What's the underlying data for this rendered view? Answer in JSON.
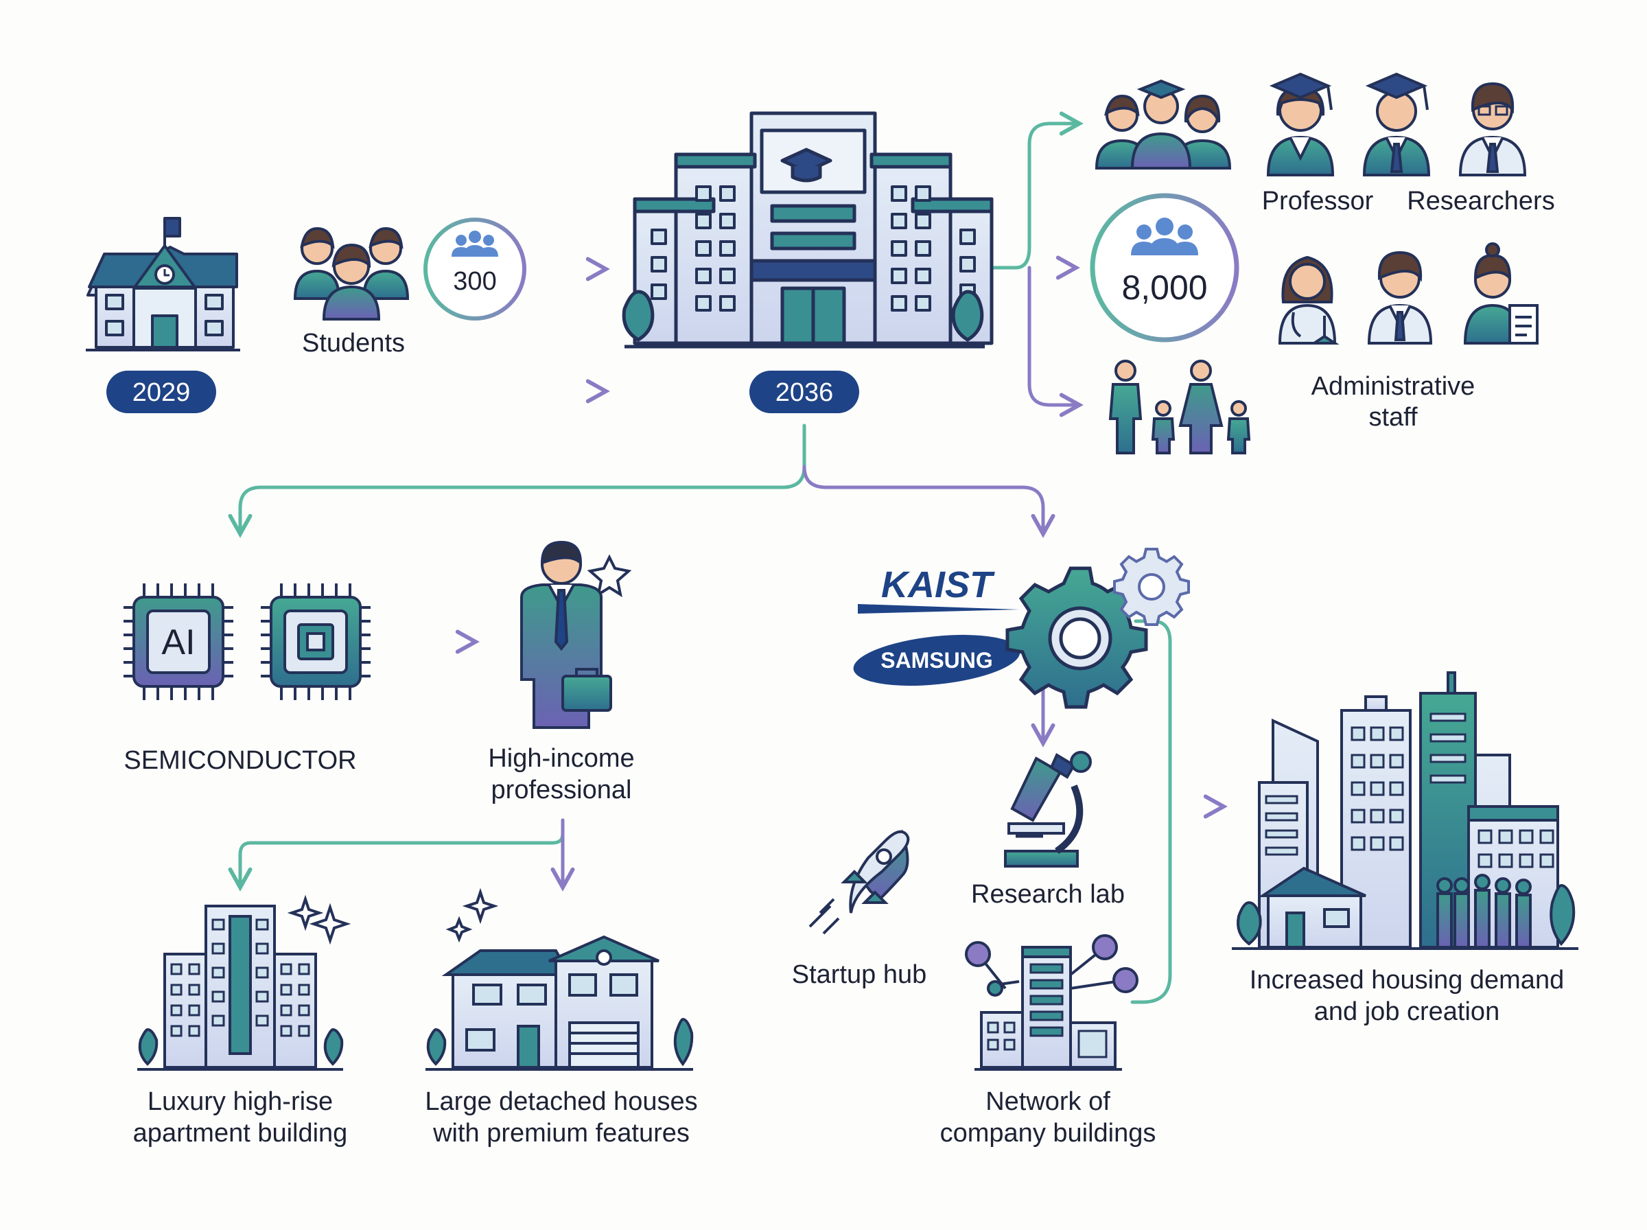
{
  "timeline": {
    "year_start": "2029",
    "year_end": "2036",
    "students_label": "Students",
    "students_count": "300",
    "population_count": "8,000"
  },
  "roles": {
    "professor": "Professor",
    "researchers": "Researchers",
    "admin_line1": "Administrative",
    "admin_line2": "staff"
  },
  "industry": {
    "semiconductor": "SEMICONDUCTOR",
    "chip_ai_text": "AI",
    "professional_line1": "High-income",
    "professional_line2": "professional",
    "kaist_logo": "KAIST",
    "samsung_logo": "SAMSUNG"
  },
  "housing": {
    "highrise_line1": "Luxury high-rise",
    "highrise_line2": "apartment building",
    "houses_line1": "Large detached houses",
    "houses_line2": "with premium features"
  },
  "ecosystem": {
    "research_lab": "Research lab",
    "startup_hub": "Startup hub",
    "network_line1": "Network of",
    "network_line2": "company buildings",
    "outcome_line1": "Increased housing demand",
    "outcome_line2": "and job creation"
  },
  "colors": {
    "navy": "#1e4386",
    "teal": "#5bb8a0",
    "purple": "#8a7bc4",
    "outline": "#243158",
    "fill_light": "#dfe8f3",
    "skin": "#f2c6a5"
  }
}
